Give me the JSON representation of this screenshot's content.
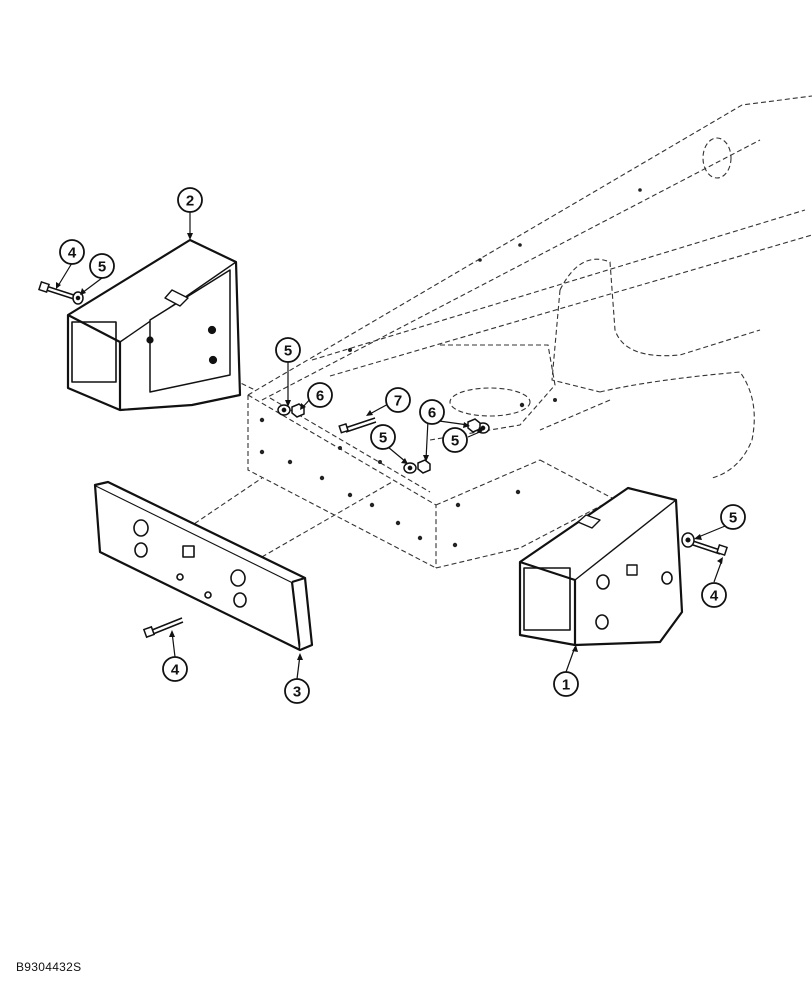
{
  "figure_id": "B9304432S",
  "callouts": {
    "c1": "1",
    "c2": "2",
    "c3": "3",
    "c4a": "4",
    "c4b": "4",
    "c4c": "4",
    "c5a": "5",
    "c5b": "5",
    "c5c": "5",
    "c5d": "5",
    "c5e": "5",
    "c6a": "6",
    "c6b": "6",
    "c7": "7"
  }
}
